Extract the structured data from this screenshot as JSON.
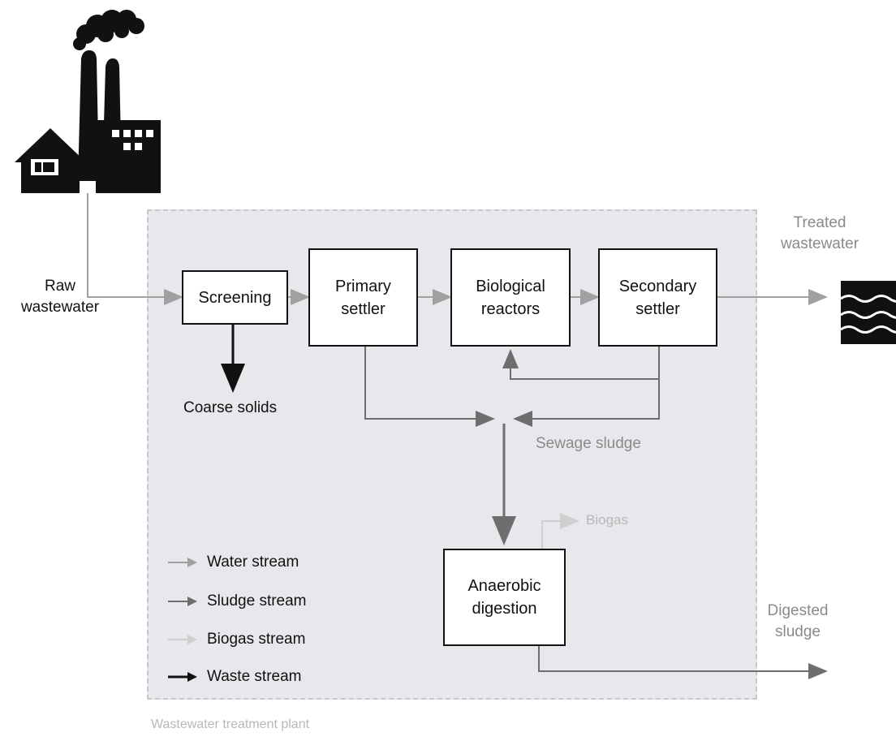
{
  "boxes": {
    "screening": "Screening",
    "primary_settler": "Primary\nsettler",
    "biological_reactors": "Biological\nreactors",
    "secondary_settler": "Secondary\nsettler",
    "anaerobic_digestion": "Anaerobic\ndigestion"
  },
  "labels": {
    "raw_wastewater": "Raw\nwastewater",
    "treated_wastewater": "Treated\nwastewater",
    "coarse_solids": "Coarse solids",
    "sewage_sludge": "Sewage sludge",
    "biogas": "Biogas",
    "digested_sludge": "Digested\nsludge",
    "plant": "Wastewater treatment plant"
  },
  "legend": {
    "water": "Water stream",
    "sludge": "Sludge stream",
    "biogas": "Biogas stream",
    "waste": "Waste stream"
  },
  "colors": {
    "water": "#a0a0a0",
    "sludge": "#6e6e6e",
    "biogas": "#cfcfcf",
    "waste": "#111111"
  },
  "icons": {
    "source": "house-factory-icon",
    "outlet": "water-waves-icon"
  }
}
